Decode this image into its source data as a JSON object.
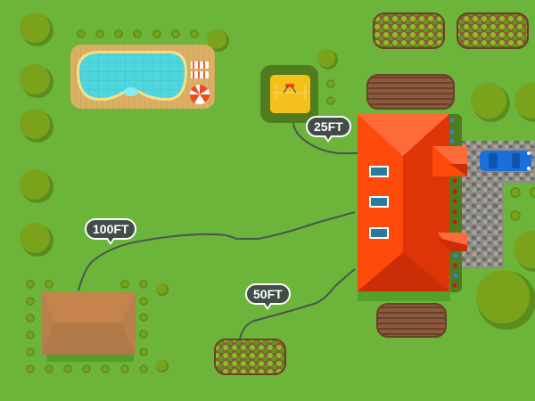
{
  "map": {
    "colors": {
      "grass": "#6cb43a",
      "tree": "#7ba21b",
      "tree_shadow": "#5a8d1e",
      "main_roof": "#fe4a0a",
      "main_roof_dark": "#dd3508",
      "main_roof_light": "#ff6a3a",
      "shed_roof": "#c0814a",
      "pool_water": "#4fd6df",
      "pool_deck": "#dbb066",
      "pool_edge": "#f3e08a",
      "garden_soil": "#8a5a3c",
      "driveway": "#8e8c86",
      "car": "#1a6fd8",
      "path_line": "#4a5550",
      "label_bg": "#434d47"
    },
    "distance_labels": [
      {
        "id": "playground-to-house",
        "text": "25FT"
      },
      {
        "id": "shed-to-house",
        "text": "100FT"
      },
      {
        "id": "garden-to-house",
        "text": "50FT"
      }
    ],
    "features": {
      "pool": "swimming-pool",
      "lounge_chairs": 2,
      "umbrella": "beach-umbrella",
      "playground": "sandbox-swing",
      "main_house": "house-roof",
      "shed": "shed-roof",
      "car": "car",
      "driveway": "stone-driveway",
      "vegetable_beds": 3,
      "plowed_beds": 2
    }
  }
}
